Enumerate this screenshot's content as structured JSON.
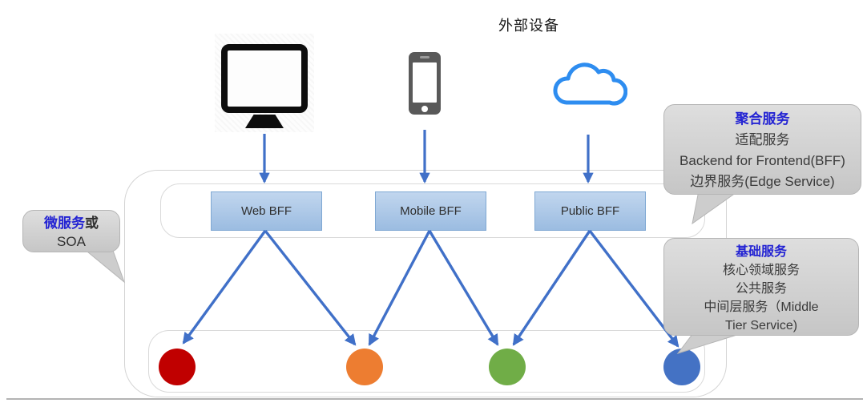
{
  "title": "外部设备",
  "icons": [
    "desktop-icon",
    "mobile-icon",
    "cloud-icon"
  ],
  "bff": [
    {
      "label": "Web BFF"
    },
    {
      "label": "Mobile BFF"
    },
    {
      "label": "Public BFF"
    }
  ],
  "services": [
    {
      "name": "service-red",
      "color": "#c00000"
    },
    {
      "name": "service-orange",
      "color": "#ed7d31"
    },
    {
      "name": "service-green",
      "color": "#70ad47"
    },
    {
      "name": "service-blue",
      "color": "#4472c4"
    }
  ],
  "callouts": {
    "microservice": {
      "title": "微服务",
      "suffix": "或",
      "line2": "SOA"
    },
    "aggregate": {
      "title": "聚合服务",
      "lines": [
        "适配服务",
        "Backend for Frontend(BFF)",
        "边界服务(Edge Service)"
      ]
    },
    "base": {
      "title": "基础服务",
      "lines": [
        "核心领域服务",
        "公共服务",
        "中间层服务（Middle",
        "Tier Service)"
      ]
    }
  },
  "colors": {
    "arrow": "#4070c8",
    "callout_title": "#2323d3",
    "cloud_stroke": "#2e8df0",
    "bff_fill": "#aac7e8",
    "bff_border": "#7fa8d3",
    "bubble_fill": "#cccccc"
  }
}
